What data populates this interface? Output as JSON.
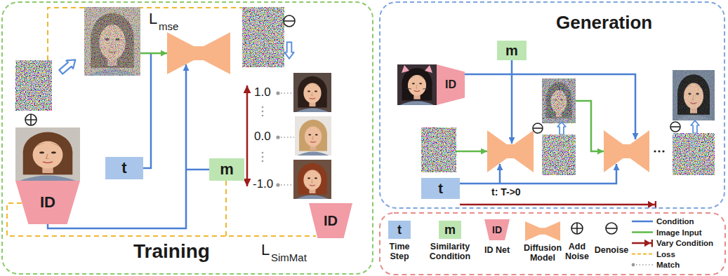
{
  "diagram": {
    "nodes": [
      {
        "text": [
          "Training"
        ]
      },
      {
        "text": [
          "t"
        ],
        "in": 0
      },
      {
        "text": [
          "m"
        ],
        "in": 0
      },
      {
        "text": [
          "ID"
        ],
        "in": 0
      },
      {
        "text": [
          "ID"
        ],
        "in": 0
      },
      {
        "text": [
          "Generation"
        ]
      },
      {
        "text": [
          "m"
        ],
        "in": 5
      },
      {
        "text": [
          "ID"
        ],
        "in": 5
      },
      {
        "text": [
          "t"
        ],
        "in": 5
      }
    ],
    "labels": [
      "L",
      "mse",
      "1.0",
      "0.0",
      "-1.0",
      "L",
      "SimMat",
      "t: T->0",
      "t",
      "m",
      "ID"
    ],
    "legend": [
      {
        "text": "Time Step",
        "color": "#a9c6ea"
      },
      {
        "text": "Similarity Condition",
        "color": "#bde5b2"
      },
      {
        "text": "ID Net"
      },
      {
        "text": "Diffusion Model"
      },
      {
        "text": "Add Noise"
      },
      {
        "text": "Denoise"
      },
      {
        "text": "Condition"
      },
      {
        "text": "Image Input"
      },
      {
        "text": "Vary Condition"
      },
      {
        "text": "Loss"
      },
      {
        "text": "Match"
      }
    ]
  }
}
